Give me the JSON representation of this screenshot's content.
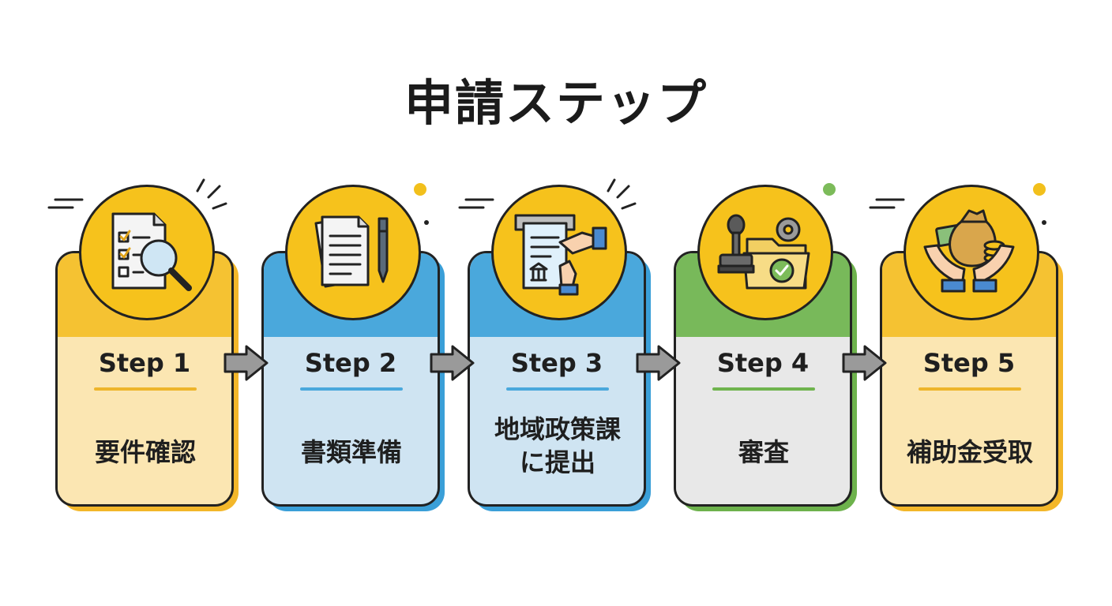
{
  "title": "申請ステップ",
  "steps": [
    {
      "label": "Step 1",
      "text": "要件確認",
      "icon": "checklist-magnifier-icon",
      "colors": {
        "top": "#f5c232",
        "bottom": "#fbe6b2",
        "shadow": "#f3b72a",
        "divider": "#eeb52a"
      }
    },
    {
      "label": "Step 2",
      "text": "書類準備",
      "icon": "documents-pen-icon",
      "colors": {
        "top": "#4aa8dc",
        "bottom": "#cfe4f2",
        "shadow": "#3a9fd8",
        "divider": "#4aa8dc"
      }
    },
    {
      "label": "Step 3",
      "text": "地域政策課\nに提出",
      "icon": "submit-document-icon",
      "colors": {
        "top": "#4aa8dc",
        "bottom": "#cfe4f2",
        "shadow": "#3a9fd8",
        "divider": "#4aa8dc"
      }
    },
    {
      "label": "Step 4",
      "text": "審査",
      "icon": "stamp-folder-approval-icon",
      "colors": {
        "top": "#78b95a",
        "bottom": "#e8e8e8",
        "shadow": "#6db24c",
        "divider": "#6fb44e"
      }
    },
    {
      "label": "Step 5",
      "text": "補助金受取",
      "icon": "money-bag-hands-icon",
      "colors": {
        "top": "#f5c232",
        "bottom": "#fbe6b2",
        "shadow": "#f3b72a",
        "divider": "#eeb52a"
      }
    }
  ]
}
